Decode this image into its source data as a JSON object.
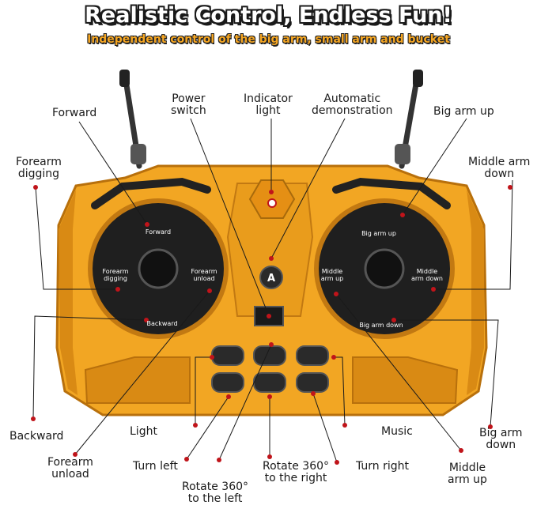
{
  "header": {
    "title": "Realistic Control, Endless Fun!",
    "subtitle": "Independent control of the big arm, small arm and bucket"
  },
  "callouts": {
    "forward": "Forward",
    "power_switch": "Power\nswitch",
    "indicator_light": "Indicator\nlight",
    "automatic_demo": "Automatic\ndemonstration",
    "big_arm_up": "Big arm up",
    "forearm_digging": "Forearm\ndigging",
    "middle_arm_down": "Middle arm\ndown",
    "backward": "Backward",
    "light": "Light",
    "music": "Music",
    "big_arm_down": "Big arm\ndown",
    "forearm_unload": "Forearm\nunload",
    "turn_left": "Turn left",
    "rotate_left": "Rotate 360°\nto the left",
    "rotate_right": "Rotate 360°\nto the right",
    "turn_right": "Turn right",
    "middle_arm_up": "Middle\narm up"
  },
  "left_dial": {
    "top": "Forward",
    "left": "Forearm\ndigging",
    "right": "Forearm\nunload",
    "bottom": "Backward"
  },
  "right_dial": {
    "top": "Big arm up",
    "left": "Middle\narm up",
    "right": "Middle\narm down",
    "bottom": "Big arm down"
  },
  "center_button_glyph": "A",
  "colors": {
    "body": "#f2a623",
    "body_dark": "#c97d10",
    "dial": "#1f1f1f",
    "dot": "#c0141a",
    "line": "#222222"
  }
}
